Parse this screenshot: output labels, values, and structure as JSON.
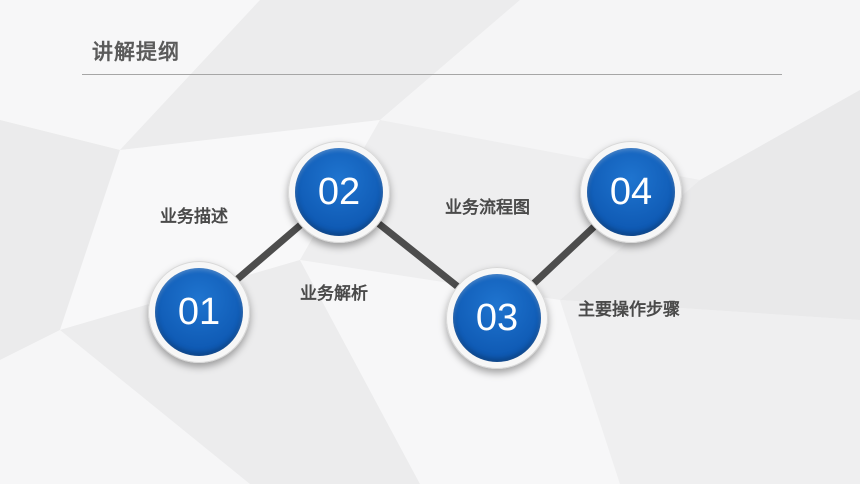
{
  "slide": {
    "title": "讲解提纲"
  },
  "steps": [
    {
      "number": "01",
      "label": "业务描述"
    },
    {
      "number": "02",
      "label": "业务解析"
    },
    {
      "number": "03",
      "label": "业务流程图"
    },
    {
      "number": "04",
      "label": "主要操作步骤"
    }
  ],
  "colors": {
    "accent": "#0f5ab4",
    "connector": "#4d4d4d",
    "text": "#4a4a4a"
  }
}
